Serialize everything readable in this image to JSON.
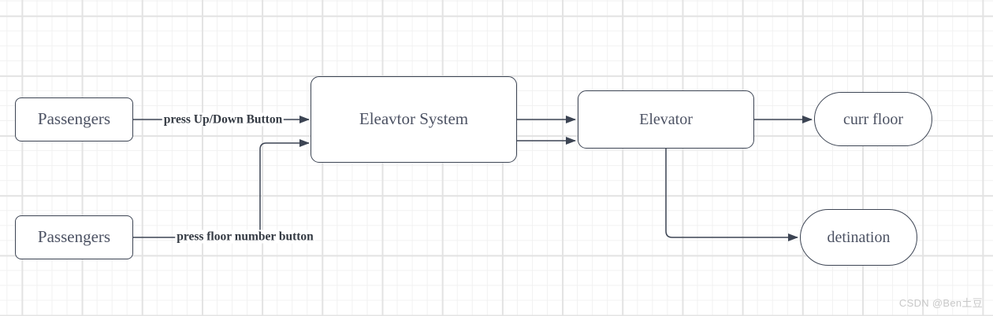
{
  "nodes": {
    "passengers_top": {
      "label": "Passengers",
      "shape": "rounded-rectangle"
    },
    "passengers_bottom": {
      "label": "Passengers",
      "shape": "rounded-rectangle"
    },
    "elevator_system": {
      "label": "Eleavtor System",
      "shape": "rounded-rectangle"
    },
    "elevator": {
      "label": "Elevator",
      "shape": "rounded-rectangle"
    },
    "curr_floor": {
      "label": "curr floor",
      "shape": "stadium"
    },
    "destination": {
      "label": "detination",
      "shape": "stadium"
    }
  },
  "edges": {
    "up_down": {
      "from": "Passengers (top)",
      "to": "Eleavtor System",
      "label": "press Up/Down Button"
    },
    "floor_number": {
      "from": "Passengers (bottom)",
      "to": "Eleavtor System",
      "label": "press floor number button"
    },
    "system_to_elevator_1": {
      "from": "Eleavtor System",
      "to": "Elevator",
      "label": ""
    },
    "system_to_elevator_2": {
      "from": "Eleavtor System",
      "to": "Elevator",
      "label": ""
    },
    "elevator_to_curr_floor": {
      "from": "Elevator",
      "to": "curr floor",
      "label": ""
    },
    "elevator_to_destination": {
      "from": "Elevator",
      "to": "detination",
      "label": ""
    }
  },
  "watermark": {
    "text": "CSDN @Ben土豆"
  },
  "colors": {
    "stroke": "#3c4453",
    "node_fill": "#ffffff",
    "node_text": "#4c5263",
    "edge_label_text": "#343a43",
    "grid_minor": "#f1f1f1",
    "grid_major": "#e3e3e3",
    "watermark_text": "#c8c8c8"
  }
}
